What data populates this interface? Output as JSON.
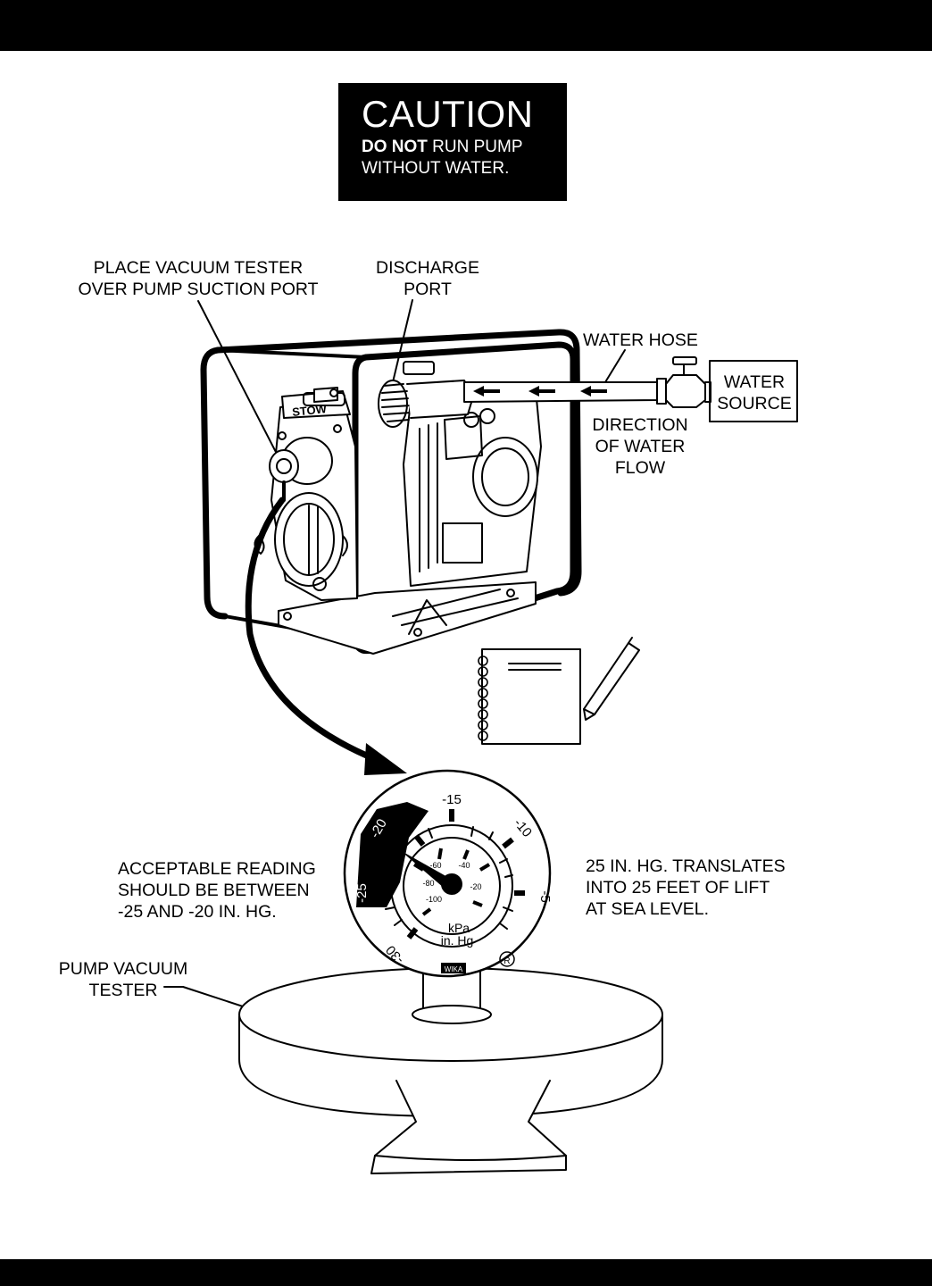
{
  "caution": {
    "title": "CAUTION",
    "emphasis": "DO NOT",
    "line1_rest": " RUN PUMP",
    "line2": "WITHOUT WATER."
  },
  "labels": {
    "vacuum_tester_place": "PLACE VACUUM TESTER\nOVER PUMP SUCTION PORT",
    "discharge_port": "DISCHARGE\nPORT",
    "water_hose": "WATER HOSE",
    "water_source": "WATER\nSOURCE",
    "direction": "DIRECTION\nOF WATER\nFLOW",
    "acceptable": "ACCEPTABLE READING\nSHOULD BE BETWEEN\n-25 AND -20 IN. HG.",
    "translates": "25 IN. HG. TRANSLATES\nINTO 25 FEET OF LIFT\nAT SEA LEVEL.",
    "pump_vacuum_tester": "PUMP VACUUM\nTESTER"
  },
  "pump_logo": "STOW",
  "gauge": {
    "inhg_labels": [
      "-15",
      "-10",
      "-5",
      "-20",
      "-25",
      "-30"
    ],
    "kpa_labels": [
      "-60",
      "-40",
      "-80",
      "-20",
      "-100"
    ],
    "unit_kpa": "kPa",
    "unit_inhg": "in. Hg",
    "brand": "WIKA",
    "registered": "R"
  },
  "colors": {
    "ink": "#000000",
    "paper": "#ffffff"
  }
}
